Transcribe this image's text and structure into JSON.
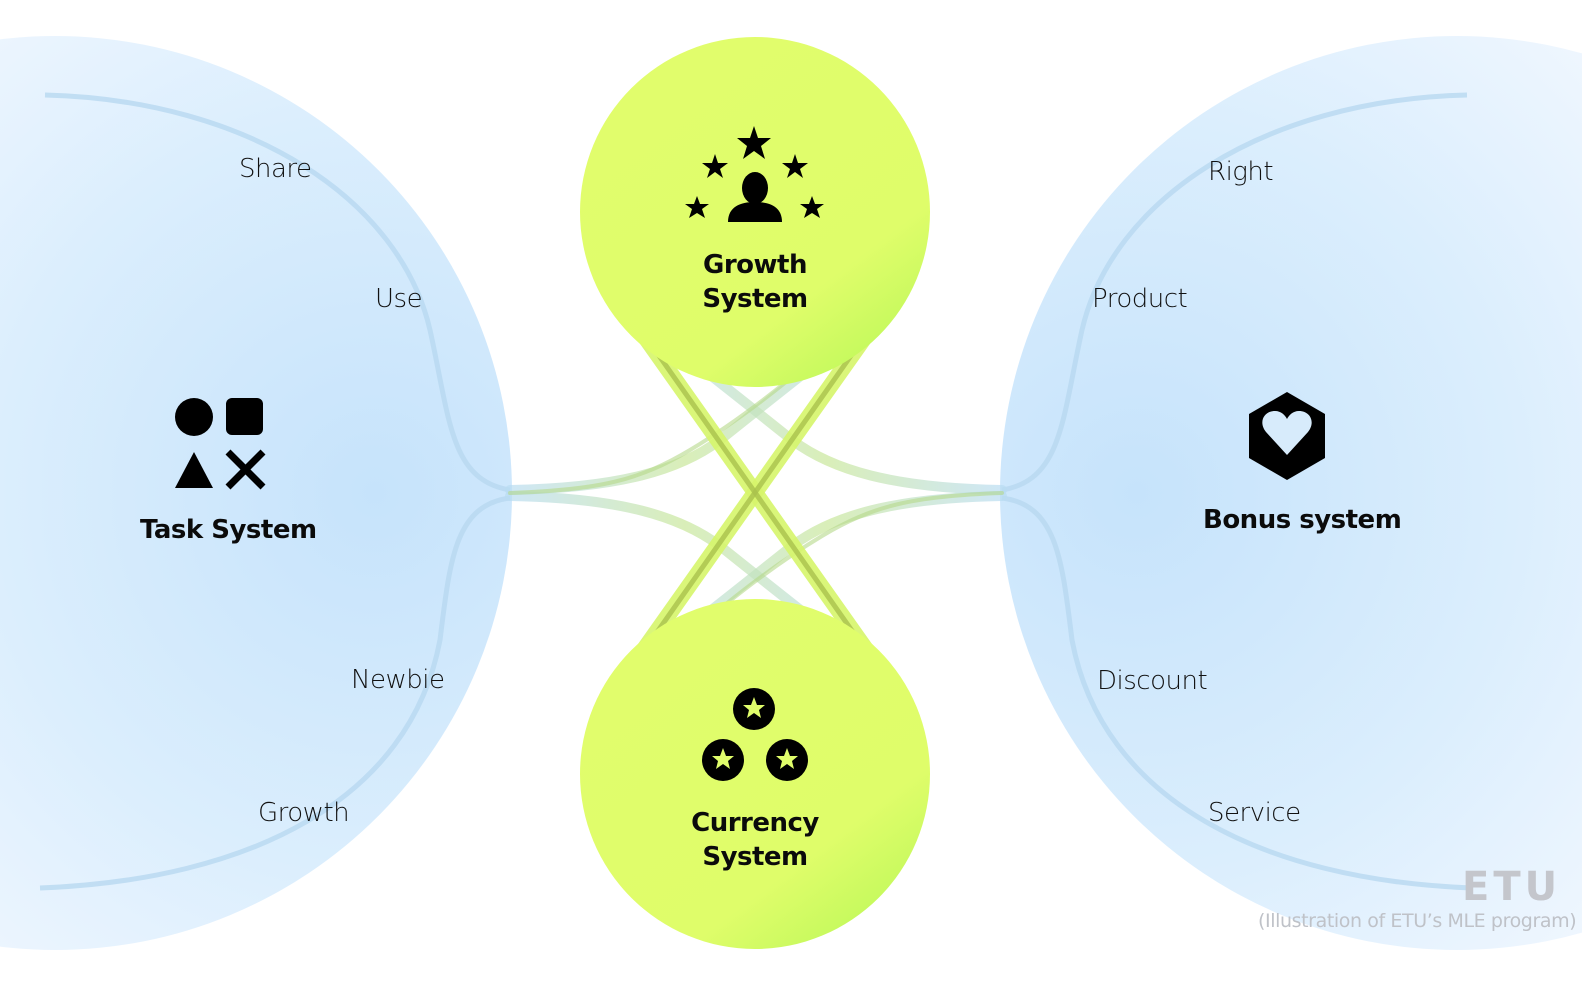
{
  "colors": {
    "blue_blob": "#cde7fb",
    "blue_blob_light": "#eef6fe",
    "lime": "#e0fd6b",
    "lime_dark": "#c4f95a",
    "connector_green": "#b9d96a",
    "connector_blue": "#b9dcf2",
    "text": "#0b0b0b",
    "watermark": "#c0c3c9"
  },
  "left_node": {
    "title": "Task System",
    "icon": "shapes-icon",
    "labels": [
      "Share",
      "Use",
      "Newbie",
      "Growth"
    ]
  },
  "right_node": {
    "title": "Bonus system",
    "icon": "hexagon-heart-icon",
    "labels": [
      "Right",
      "Product",
      "Discount",
      "Service"
    ]
  },
  "top_node": {
    "title_line1": "Growth",
    "title_line2": "System",
    "icon": "person-stars-icon"
  },
  "bottom_node": {
    "title_line1": "Currency",
    "title_line2": "System",
    "icon": "star-coins-icon"
  },
  "watermark": {
    "logo": "ETU",
    "caption": "(Illustration of ETU’s MLE program)"
  }
}
